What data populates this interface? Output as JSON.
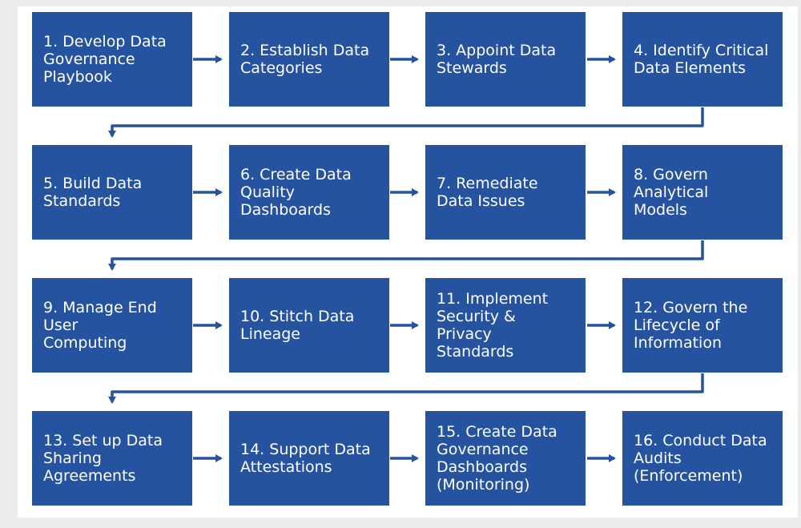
{
  "colors": {
    "box": "#2653a0",
    "arrow": "#2653a0",
    "text": "#ffffff",
    "background": "#ffffff"
  },
  "steps": [
    "1. Develop Data\n    Governance\n    Playbook",
    "2. Establish Data\n    Categories",
    "3. Appoint Data\n    Stewards",
    "4. Identify Critical\n    Data Elements",
    "5. Build Data\n    Standards",
    "6. Create Data\n    Quality\n    Dashboards",
    "7. Remediate\n    Data Issues",
    "8. Govern\n    Analytical\n    Models",
    "9. Manage End\n    User\n    Computing",
    "10. Stitch Data\n      Lineage",
    "11. Implement\n      Security &\n      Privacy\n      Standards",
    "12. Govern the\n      Lifecycle of\n      Information",
    "13. Set up Data\n      Sharing\n      Agreements",
    "14. Support Data\n      Attestations",
    "15. Create Data\n      Governance\n      Dashboards\n      (Monitoring)",
    "16. Conduct Data\n      Audits\n      (Enforcement)"
  ]
}
